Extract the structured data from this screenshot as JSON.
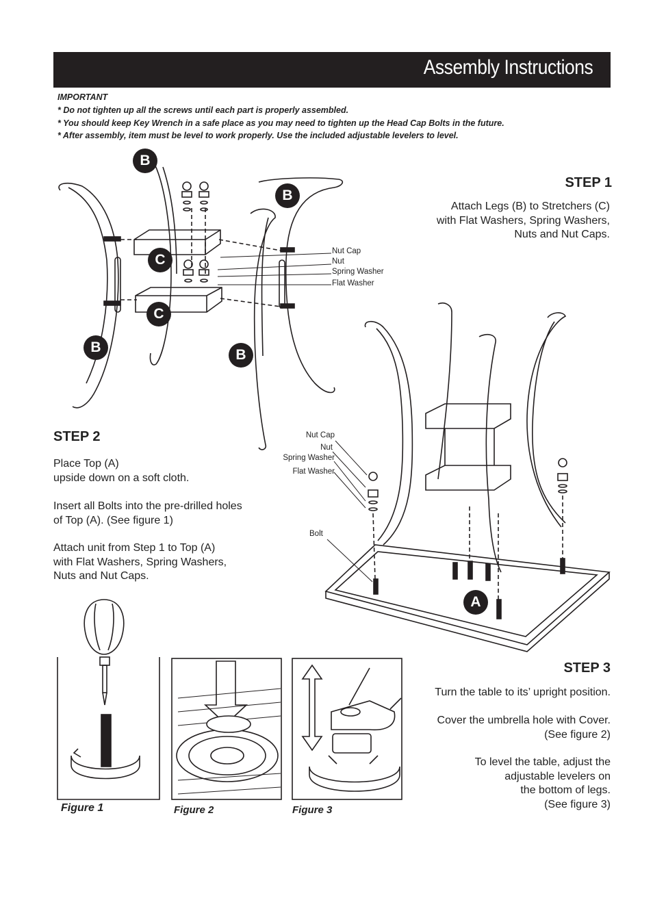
{
  "header": {
    "title": "Assembly Instructions"
  },
  "important": {
    "heading": "IMPORTANT",
    "lines": [
      "* Do not tighten up all the screws until each part is properly assembled.",
      "* You should keep Key Wrench in a safe place as you may need to tighten up the Head Cap Bolts in the future.",
      "* After assembly, item must be level to work properly. Use the included adjustable levelers to level."
    ]
  },
  "step1": {
    "heading": "STEP 1",
    "text": "Attach Legs (B) to Stretchers (C)\nwith Flat Washers, Spring Washers,\nNuts and Nut Caps.",
    "labels": [
      "Nut Cap",
      "Nut",
      "Spring Washer",
      "Flat Washer"
    ]
  },
  "step2": {
    "heading": "STEP 2",
    "para1": "Place Top (A)\nupside down on a soft cloth.",
    "para2": "Insert all Bolts into the pre-drilled holes\nof Top (A). (See figure 1)",
    "para3": "Attach unit from Step 1 to Top (A)\nwith Flat Washers, Spring Washers,\nNuts and Nut Caps.",
    "labels": [
      "Nut Cap",
      "Nut",
      "Spring Washer",
      "Flat Washer",
      "Bolt"
    ]
  },
  "step3": {
    "heading": "STEP 3",
    "para1": "Turn the table to its’ upright position.",
    "para2": "Cover the umbrella hole with Cover.\n(See figure 2)",
    "para3": "To level the table, adjust the\nadjustable levelers on\nthe bottom of legs.\n(See figure 3)"
  },
  "badges": {
    "legs": "B",
    "stretcher": "C",
    "top": "A"
  },
  "figures": {
    "fig1": "Figure 1",
    "fig2": "Figure 2",
    "fig3": "Figure 3"
  },
  "colors": {
    "header_bg": "#231f20",
    "badge_bg": "#231f20",
    "line": "#231f20"
  }
}
